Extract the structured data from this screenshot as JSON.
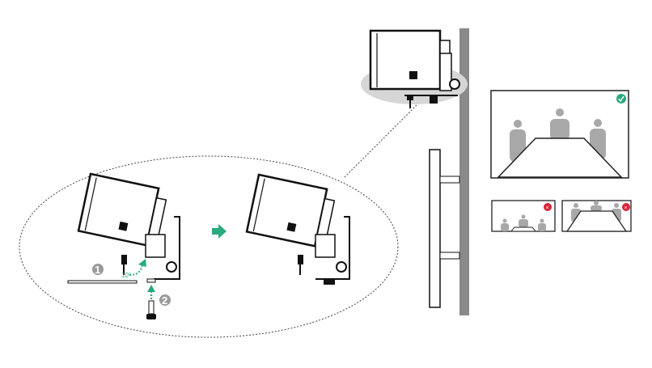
{
  "steps": {
    "step1": "1",
    "step2": "2"
  },
  "angle_label": "10°",
  "colors": {
    "accent_green": "#2aa97e",
    "error_red": "#d9263a",
    "wall_gray": "#8a8a8a",
    "silhouette_gray": "#a8a8a8",
    "step_badge": "#9a9a9a"
  },
  "icons": [
    "camera",
    "wall-mount-bracket",
    "screw",
    "arrow-right",
    "check-icon",
    "cross-icon"
  ]
}
